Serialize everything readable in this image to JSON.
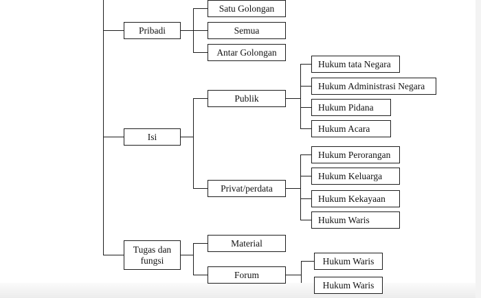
{
  "diagram": {
    "nodes": {
      "satu_golongan": "Satu Golongan",
      "pribadi": "Pribadi",
      "semua": "Semua",
      "antar_golongan": "Antar Golongan",
      "publik": "Publik",
      "isi": "Isi",
      "privat_perdata": "Privat/perdata",
      "hukum_tata_negara": "Hukum tata Negara",
      "hukum_administrasi_negara": "Hukum Administrasi Negara",
      "hukum_pidana": "Hukum Pidana",
      "hukum_acara": "Hukum Acara",
      "hukum_perorangan": "Hukum Perorangan",
      "hukum_keluarga": "Hukum Keluarga",
      "hukum_kekayaan": "Hukum Kekayaan",
      "hukum_waris": "Hukum Waris",
      "tugas_dan_fungsi": "Tugas dan fungsi",
      "material": "Material",
      "forum": "Forum",
      "hukum_waris_forum_1": "Hukum Waris",
      "hukum_waris_forum_2": "Hukum Waris"
    },
    "colors": {
      "line": "#1a1a1a",
      "box_border": "#1a1a1a",
      "text": "#111111",
      "background": "#ffffff"
    }
  }
}
